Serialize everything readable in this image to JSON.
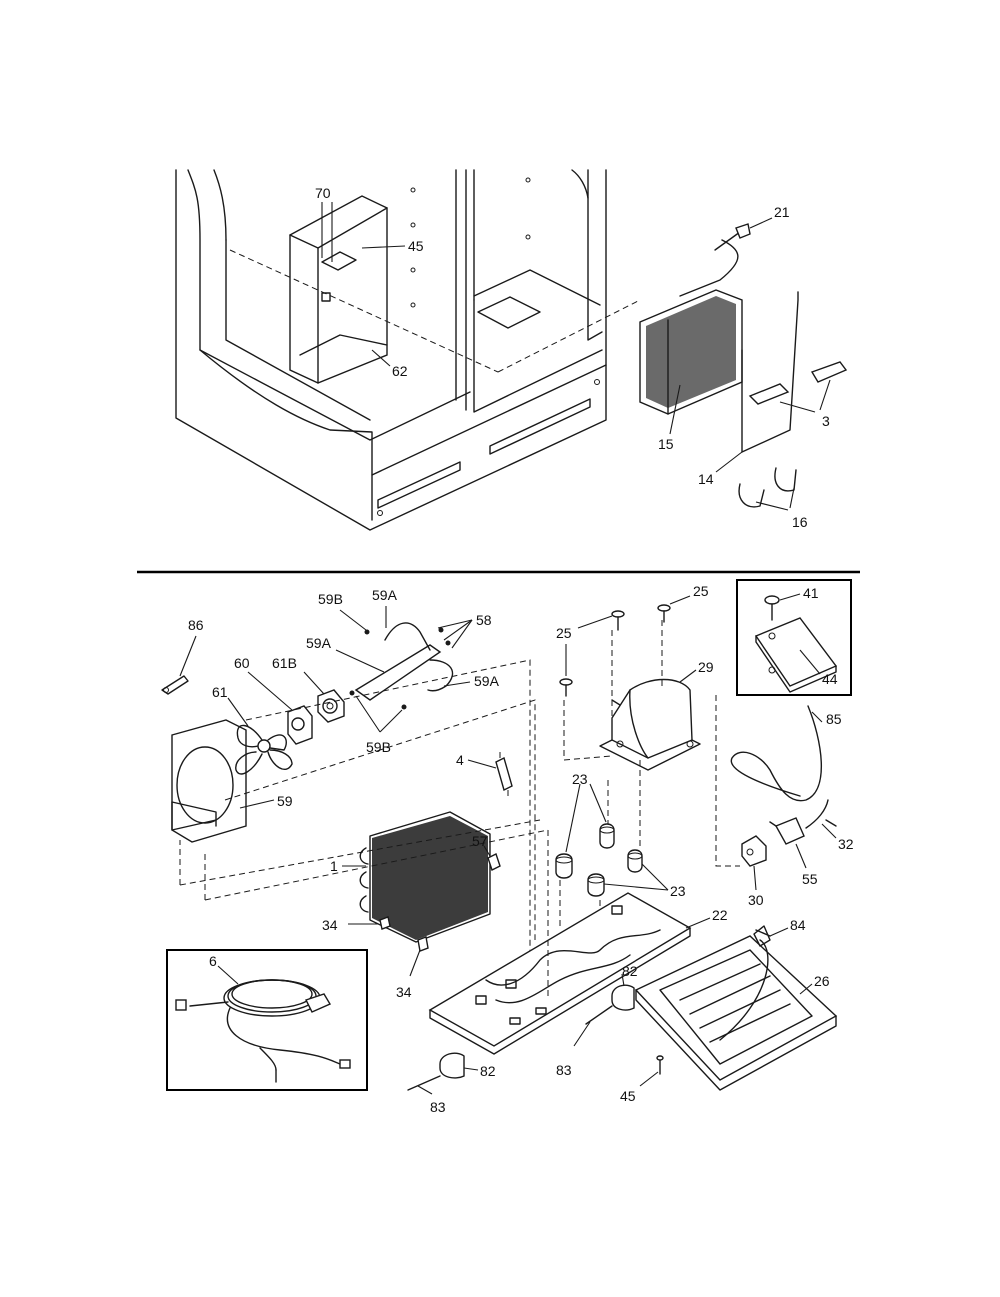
{
  "callouts": {
    "c70": "70",
    "c45a": "45",
    "c62": "62",
    "c21": "21",
    "c15": "15",
    "c3": "3",
    "c14": "14",
    "c16": "16",
    "c59B_top": "59B",
    "c59A_top": "59A",
    "c58": "58",
    "c86": "86",
    "c59A_mid": "59A",
    "c60": "60",
    "c61B": "61B",
    "c59A_right": "59A",
    "c61": "61",
    "c59B_bot": "59B",
    "c59": "59",
    "c25_right": "25",
    "c25_left": "25",
    "c41": "41",
    "c44": "44",
    "c29": "29",
    "c85": "85",
    "c4": "4",
    "c23_top": "23",
    "c32": "32",
    "c57": "57",
    "c1": "1",
    "c23_bot": "23",
    "c55": "55",
    "c30": "30",
    "c22": "22",
    "c34_a": "34",
    "c34_b": "34",
    "c84": "84",
    "c6": "6",
    "c82_right": "82",
    "c26": "26",
    "c83_right": "83",
    "c82_bot": "82",
    "c45_bot": "45",
    "c83_bot": "83"
  }
}
